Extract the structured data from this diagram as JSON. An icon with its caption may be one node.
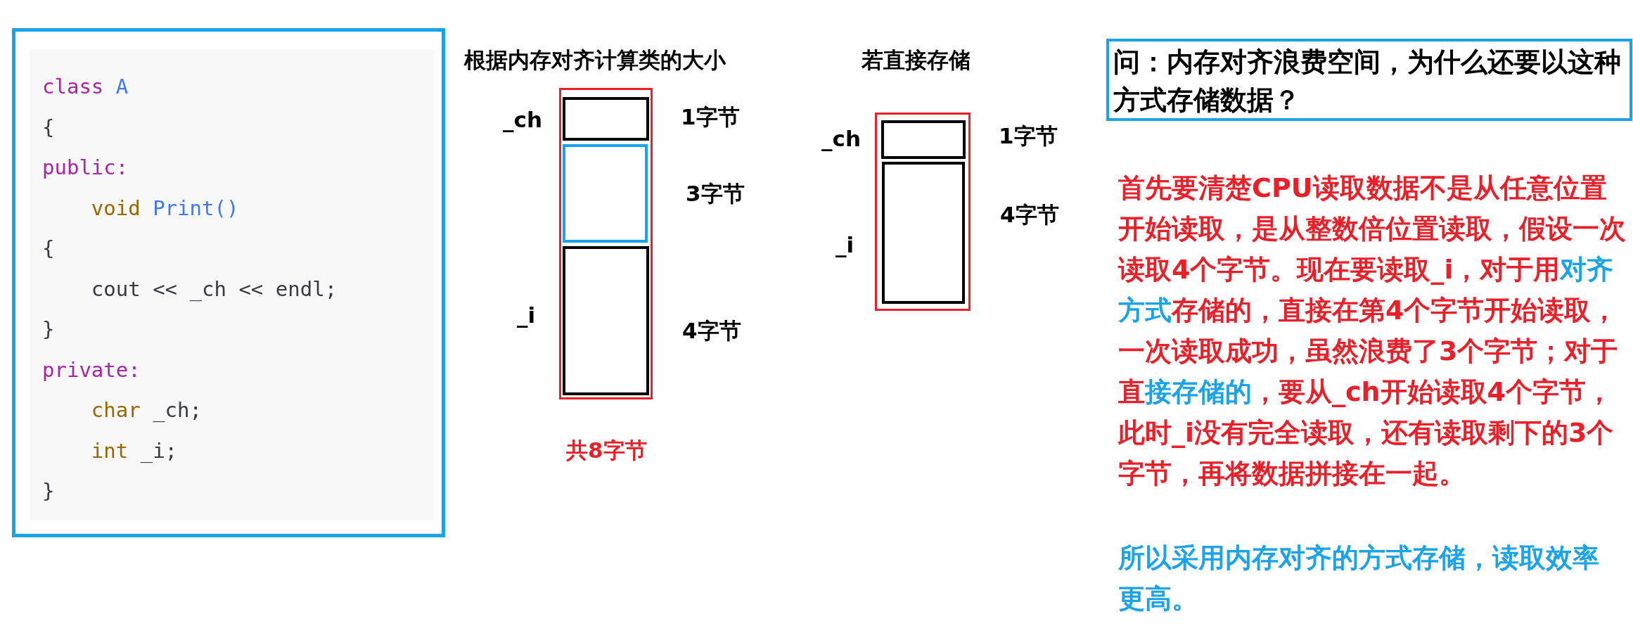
{
  "diagram": {
    "nodes": [
      {
        "text": [
          "class A",
          "{",
          "public:",
          "    void Print()",
          "{",
          "    cout << _ch << endl;",
          "}",
          "private:",
          "    char _ch;",
          "    int _i;",
          "}"
        ]
      },
      {
        "text": [
          "根据内存对齐计算类的大小"
        ],
        "beside": [
          "共8字节"
        ]
      },
      {
        "text": [],
        "shape": "box",
        "in": 1,
        "beside": [
          "_ch",
          "1字节"
        ]
      },
      {
        "text": [],
        "shape": "box",
        "in": 1,
        "beside": [
          "3字节"
        ]
      },
      {
        "text": [],
        "shape": "box",
        "in": 1,
        "beside": [
          "_i",
          "4字节"
        ]
      },
      {
        "text": [
          "若直接存储"
        ]
      },
      {
        "text": [],
        "shape": "box",
        "in": 5,
        "beside": [
          "_ch",
          "1字节"
        ]
      },
      {
        "text": [],
        "shape": "box",
        "in": 5,
        "beside": [
          "_i",
          "4字节"
        ]
      },
      {
        "text": [
          "问：内存对齐浪费空间，为什么还要以这种方式存储数据？"
        ]
      }
    ],
    "edges": [],
    "labels": [
      "首先要清楚CPU读取数据不是从任意位置开始读取，是从整数倍位置读取，假设一次读取4个字节。现在要读取_i，对于用对齐方式存储的，直接在第4个字节开始读取，一次读取成功，虽然浪费了3个字节；对于直接存储的，要从_ch开始读取4个字节，此时_i没有完全读取，还有读取剩下的3个字节，再将数据拼接在一起。",
      "所以采用内存对齐的方式存储，读取效率更高。"
    ]
  }
}
